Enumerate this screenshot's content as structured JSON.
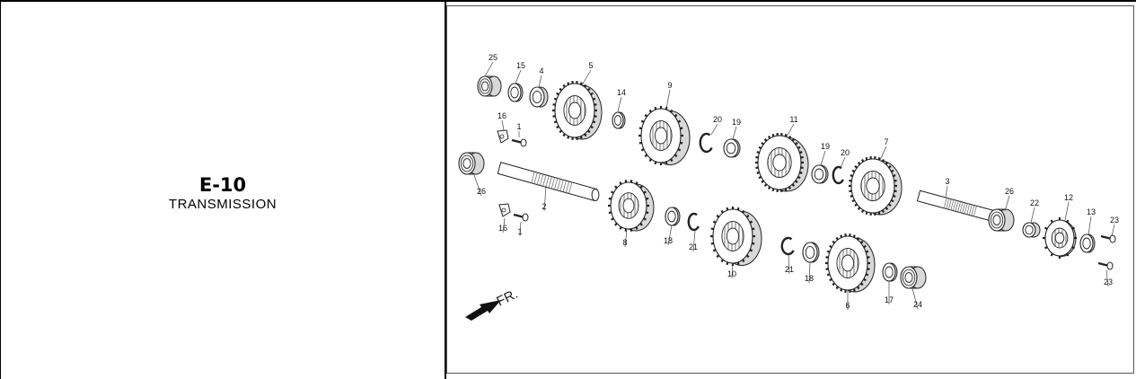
{
  "section": {
    "code": "E-10",
    "name": "TRANSMISSION"
  },
  "diagram": {
    "direction_label": "FR.",
    "callouts": [
      "25",
      "15",
      "4",
      "5",
      "14",
      "9",
      "20",
      "19",
      "11",
      "19",
      "20",
      "7",
      "16",
      "1",
      "26",
      "2",
      "3",
      "26",
      "22",
      "12",
      "13",
      "23",
      "16",
      "1",
      "8",
      "18",
      "21",
      "10",
      "21",
      "18",
      "6",
      "17",
      "24",
      "23"
    ]
  },
  "colors": {
    "line": "#222222",
    "fill": "#ffffff",
    "shade": "#d8d8d8",
    "arrow": "#111111"
  }
}
